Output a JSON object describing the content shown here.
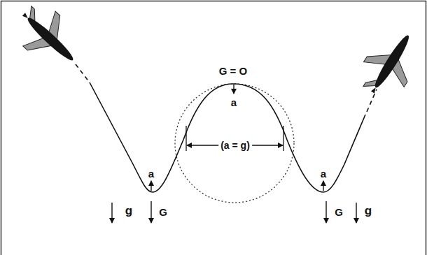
{
  "diagram": {
    "labels": [
      "G = O",
      "a",
      "(a = g)",
      "a",
      "a",
      "g",
      "G",
      "G",
      "g"
    ]
  }
}
